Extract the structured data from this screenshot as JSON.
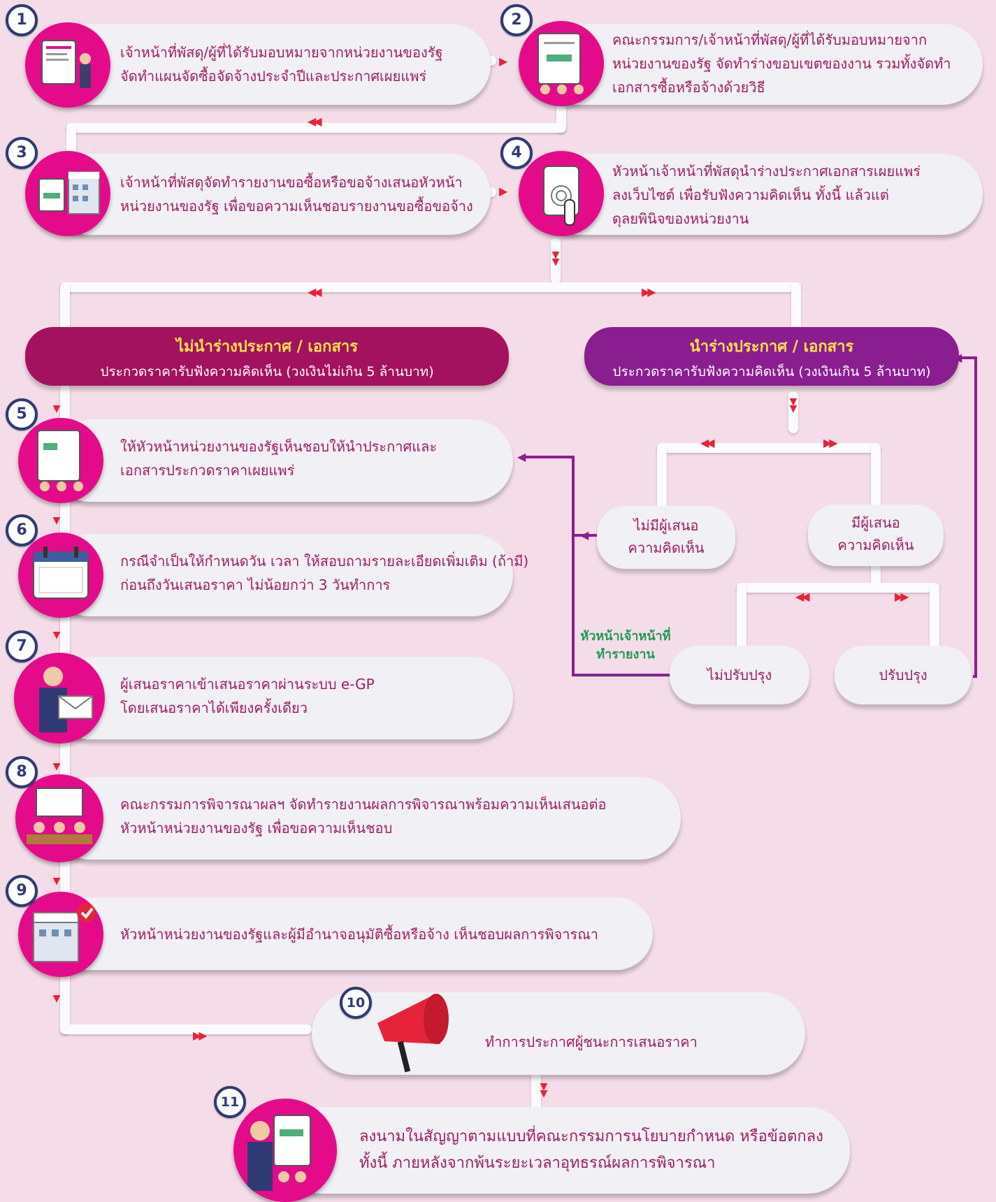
{
  "steps": [
    {
      "num": "1",
      "lines": [
        "เจ้าหน้าที่พัสดุ/ผู้ที่ได้รับมอบหมายจากหน่วยงานของรัฐ",
        "จัดทำแผนจัดซื้อจัดจ้างประจำปีและประกาศเผยแพร่"
      ],
      "icon": "presentation-board-icon"
    },
    {
      "num": "2",
      "lines": [
        "คณะกรรมการ/เจ้าหน้าที่พัสดุ/ผู้ที่ได้รับมอบหมายจาก",
        "หน่วยงานของรัฐ จัดทำร่างขอบเขตของงาน รวมทั้งจัดทำ",
        "เอกสารซื้อหรือจ้างด้วยวิธี"
      ],
      "icon": "report-committee-icon"
    },
    {
      "num": "3",
      "lines": [
        "เจ้าหน้าที่พัสดุจัดทำรายงานขอซื้อหรือขอจ้างเสนอหัวหน้า",
        "หน่วยงานของรัฐ เพื่อขอความเห็นชอบรายงานขอซื้อขอจ้าง"
      ],
      "icon": "report-building-icon"
    },
    {
      "num": "4",
      "lines": [
        "หัวหน้าเจ้าหน้าที่พัสดุนำร่างประกาศเอกสารเผยแพร่",
        "ลงเว็บไซต์ เพื่อรับฟังความคิดเห็น ทั้งนี้ แล้วแต่",
        "ดุลยพินิจของหน่วยงาน"
      ],
      "icon": "tablet-touch-icon"
    },
    {
      "num": "5",
      "lines": [
        "ให้หัวหน้าหน่วยงานของรัฐเห็นชอบให้นำประกาศและ",
        "เอกสารประกวดราคาเผยแพร่"
      ],
      "icon": "report-committee-icon"
    },
    {
      "num": "6",
      "lines": [
        "กรณีจำเป็นให้กำหนดวัน เวลา ให้สอบถามรายละเอียดเพิ่มเติม (ถ้ามี)",
        "ก่อนถึงวันเสนอราคา ไม่น้อยกว่า 3 วันทำการ"
      ],
      "icon": "calendar-icon"
    },
    {
      "num": "7",
      "lines": [
        "ผู้เสนอราคาเข้าเสนอราคาผ่านระบบ e-GP",
        "โดยเสนอราคาได้เพียงครั้งเดียว"
      ],
      "icon": "businessman-envelope-icon"
    },
    {
      "num": "8",
      "lines": [
        "คณะกรรมการพิจารณาผลฯ จัดทำรายงานผลการพิจารณาพร้อมความเห็นเสนอต่อ",
        "หัวหน้าหน่วยงานของรัฐ เพื่อขอความเห็นชอบ"
      ],
      "icon": "committee-table-icon"
    },
    {
      "num": "9",
      "lines": [
        "หัวหน้าหน่วยงานของรัฐและผู้มีอำนาจอนุมัติซื้อหรือจ้าง เห็นชอบผลการพิจารณา"
      ],
      "icon": "approved-building-icon"
    },
    {
      "num": "10",
      "lines": [
        "ทำการประกาศผู้ชนะการเสนอราคา"
      ],
      "icon": "megaphone-icon"
    },
    {
      "num": "11",
      "lines": [
        "ลงนามในสัญญาตามแบบที่คณะกรรมการนโยบายกำหนด หรือข้อตกลง",
        "ทั้งนี้ ภายหลังจากพ้นระยะเวลาอุทธรณ์ผลการพิจารณา"
      ],
      "icon": "contract-signing-icon"
    }
  ],
  "branches": {
    "left": {
      "title": "ไม่นำร่างประกาศ / เอกสาร",
      "subtitle": "ประกวดราคารับฟังความคิดเห็น (วงเงินไม่เกิน 5 ล้านบาท)",
      "color": "#a3125e"
    },
    "right": {
      "title": "นำร่างประกาศ / เอกสาร",
      "subtitle": "ประกวดราคารับฟังความคิดเห็น (วงเงินเกิน 5 ล้านบาท)",
      "color": "#8a1d8f"
    }
  },
  "options": {
    "no_comment": [
      "ไม่มีผู้เสนอ",
      "ความคิดเห็น"
    ],
    "has_comment": [
      "มีผู้เสนอ",
      "ความคิดเห็น"
    ],
    "no_revise": "ไม่ปรับปรุง",
    "revise": "ปรับปรุง"
  },
  "note": [
    "หัวหน้าเจ้าหน้าที่",
    "ทำรายงาน"
  ],
  "colors": {
    "accent": "#e40b8a",
    "text": "#9b1f62",
    "arrow": "#e5243b",
    "link": "#8b1f8f",
    "note": "#1f9a55"
  }
}
